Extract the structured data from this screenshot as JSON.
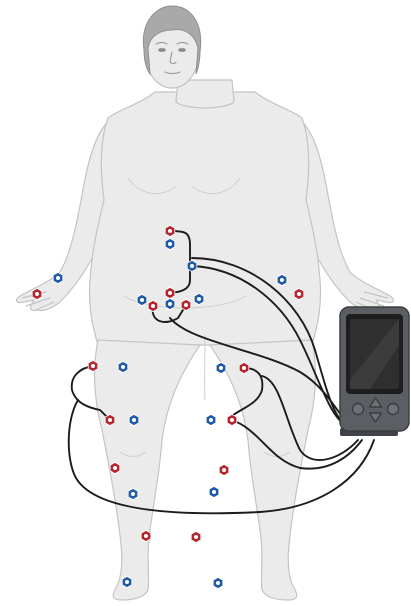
{
  "figure": {
    "subject": "person-front-view",
    "device": "handheld-monitor-unit",
    "colors": {
      "skin": "#ebebeb",
      "skin_outline": "#c9c9c9",
      "hair": "#a9a9a9",
      "electrode_red": "#b3262e",
      "electrode_blue": "#1f5aa6",
      "lead_wire": "#1c1c1c",
      "device_body": "#5b5f63",
      "device_screen": "#2f2f2f"
    },
    "device_buttons": [
      "up-arrow",
      "down-arrow",
      "left-round",
      "right-round"
    ],
    "electrodes": [
      {
        "id": "abdomen-upper",
        "color": "red"
      },
      {
        "id": "abdomen-upper-blue",
        "color": "blue"
      },
      {
        "id": "abdomen-side",
        "color": "blue"
      },
      {
        "id": "abdomen-mid",
        "color": "red"
      },
      {
        "id": "pelvis-left",
        "color": "blue"
      },
      {
        "id": "pelvis-center",
        "color": "blue"
      },
      {
        "id": "pelvis-right",
        "color": "blue"
      },
      {
        "id": "groin-left",
        "color": "red"
      },
      {
        "id": "groin-right",
        "color": "red"
      },
      {
        "id": "wrist-right-blue",
        "color": "blue"
      },
      {
        "id": "wrist-right-red",
        "color": "red"
      },
      {
        "id": "wrist-left-blue",
        "color": "blue"
      },
      {
        "id": "wrist-left-red",
        "color": "red"
      },
      {
        "id": "thigh-right-outer",
        "color": "red"
      },
      {
        "id": "thigh-right-inner",
        "color": "blue"
      },
      {
        "id": "thigh-left-inner",
        "color": "blue"
      },
      {
        "id": "thigh-left-outer",
        "color": "red"
      },
      {
        "id": "knee-right-outer",
        "color": "red"
      },
      {
        "id": "knee-right-inner",
        "color": "blue"
      },
      {
        "id": "knee-left-inner",
        "color": "blue"
      },
      {
        "id": "knee-left-outer",
        "color": "red"
      },
      {
        "id": "shin-right-red",
        "color": "red"
      },
      {
        "id": "shin-right-blue",
        "color": "blue"
      },
      {
        "id": "shin-left-red",
        "color": "red"
      },
      {
        "id": "shin-left-blue",
        "color": "blue"
      },
      {
        "id": "ankle-right",
        "color": "red"
      },
      {
        "id": "ankle-left",
        "color": "red"
      },
      {
        "id": "foot-right",
        "color": "blue"
      },
      {
        "id": "foot-left",
        "color": "blue"
      }
    ]
  }
}
